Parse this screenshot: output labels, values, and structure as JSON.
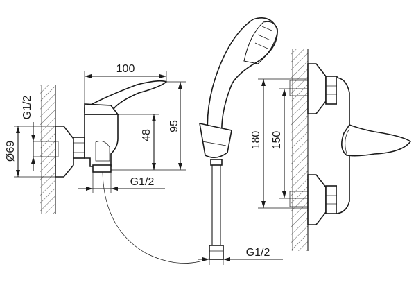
{
  "dimensions": {
    "length_100": "100",
    "height_95": "95",
    "height_48": "48",
    "thread_side": "G1/2",
    "diameter_69": "Ø69",
    "thread_bottom": "G1/2",
    "thread_hose": "G1/2",
    "spacing_180": "180",
    "spacing_150": "150"
  }
}
